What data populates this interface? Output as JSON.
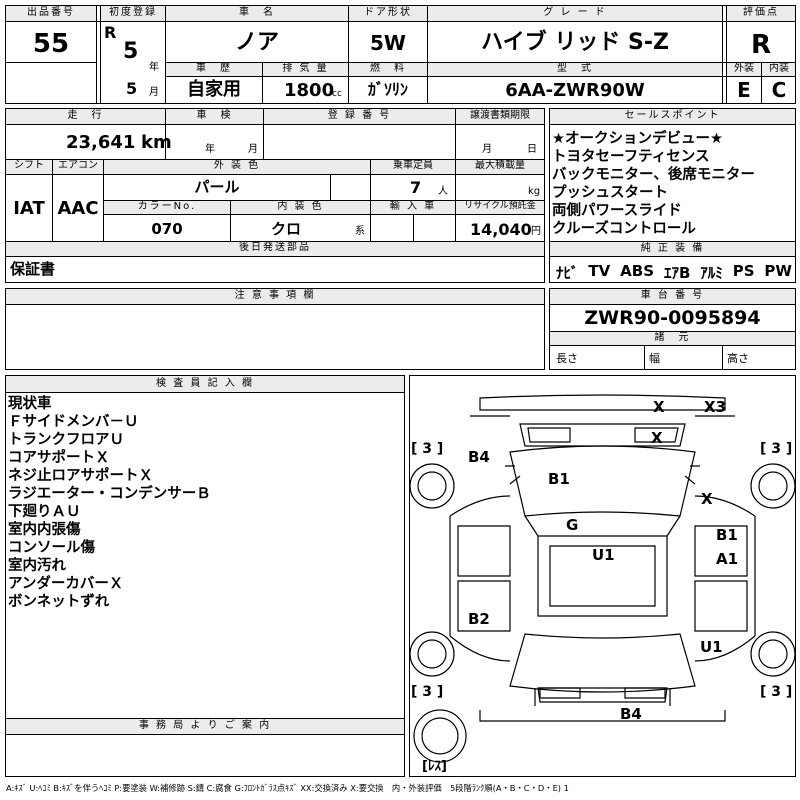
{
  "header": {
    "lot_label": "出品番号",
    "lot_no": "55",
    "reg_label": "初度登録",
    "reg_era": "R",
    "reg_year": "5",
    "year_unit": "年",
    "reg_month": "5",
    "month_unit": "月",
    "name_label": "車　名",
    "name": "ノア",
    "door_label": "ドア形状",
    "door": "5W",
    "grade_label": "グ レ ー ド",
    "grade": "ハイブ リッド S-Z",
    "score_label": "評価点",
    "score": "R",
    "history_label": "車　歴",
    "history": "自家用",
    "displacement_label": "排 気 量",
    "displacement": "1800",
    "displacement_unit": "cc",
    "fuel_label": "燃　料",
    "fuel": "ｶﾞｿﾘﾝ",
    "model_label": "型　式",
    "model": "6AA-ZWR90W",
    "exterior_label": "外装",
    "exterior": "E",
    "interior_label": "内装",
    "interior": "C"
  },
  "row2": {
    "mileage_label": "走　行",
    "mileage": "23,641",
    "mileage_unit": "km",
    "inspection_label": "車　検",
    "inspection_year_unit": "年",
    "inspection_month_unit": "月",
    "reg_no_label": "登 録 番 号",
    "transfer_label": "譲渡書類期限",
    "transfer_month_unit": "月",
    "transfer_day_unit": "日",
    "shift_label": "シフト",
    "shift": "IAT",
    "ac_label": "エアコン",
    "ac": "AAC",
    "ext_color_label": "外 装 色",
    "ext_color": "パール",
    "capacity_label": "乗車定員",
    "capacity": "7",
    "capacity_unit": "人",
    "max_load_label": "最大積載量",
    "max_load_unit": "kg",
    "color_no_label": "カラーNo.",
    "color_no": "070",
    "int_color_label": "内 装 色",
    "int_color": "クロ",
    "int_color_unit": "系",
    "import_label": "輸 入 車",
    "recycle_label": "リサイクル預託金",
    "recycle": "14,040",
    "recycle_unit": "円",
    "later_parts_label": "後日発送部品",
    "later_parts": "保証書"
  },
  "sales_points": {
    "label": "セールスポイント",
    "items": [
      "★オークションデビュー★",
      "トヨタセーフティセンス",
      "バックモニター、後席モニター",
      "プッシュスタート",
      "両側パワースライド",
      "クルーズコントロール"
    ]
  },
  "equipment": {
    "label": "純 正 装 備",
    "items": [
      "ﾅﾋﾞ",
      "TV",
      "ABS",
      "ｴｱB",
      "ｱﾙﾐ",
      "PS",
      "PW"
    ]
  },
  "notes": {
    "label": "注 意 事 項 欄"
  },
  "chassis": {
    "label": "車 台 番 号",
    "number": "ZWR90-0095894",
    "specs_label": "諸　元",
    "length_label": "長さ",
    "width_label": "幅",
    "height_label": "高さ"
  },
  "inspector": {
    "label": "検 査 員 記 入 欄",
    "lines": [
      "現状車",
      "Ｆサイドメンバ－Ｕ",
      "トランクフロアＵ",
      "コアサポートＸ",
      "ネジ止ロアサポートＸ",
      "ラジエーター・コンデンサーＢ",
      "下廻りＡＵ",
      "室内内張傷",
      "コンソール傷",
      "室内汚れ",
      "アンダーカバーＸ",
      "ボンネットずれ"
    ]
  },
  "diagram": {
    "tire_label": "[ 3 ]",
    "spare_label": "[ﾚｽ]",
    "marks": {
      "front_top": "X",
      "front_corner": "X3",
      "front_second": "X",
      "left_front_door": "B4",
      "hood": "B1",
      "right_front": "X",
      "roof": "G",
      "right_door_1": "B1",
      "right_door_2": "A1",
      "center": "U1",
      "left_rear": "B2",
      "right_rear": "U1",
      "rear_bumper": "B4"
    }
  },
  "office": {
    "label": "事 務 局 よ り ご 案 内"
  },
  "legend": {
    "text": "A:ｷｽﾞ U:ﾍｺﾐ B:ｷｽﾞを伴うﾍｺﾐ P:要塗装 W:補修跡 S:錆 C:腐食 G:ﾌﾛﾝﾄｶﾞﾗｽ点ｷｽﾞ XX:交換済み X:要交換　内・外装評価　5段階ﾗﾝｸ順(A・B・C・D・E) 1"
  }
}
